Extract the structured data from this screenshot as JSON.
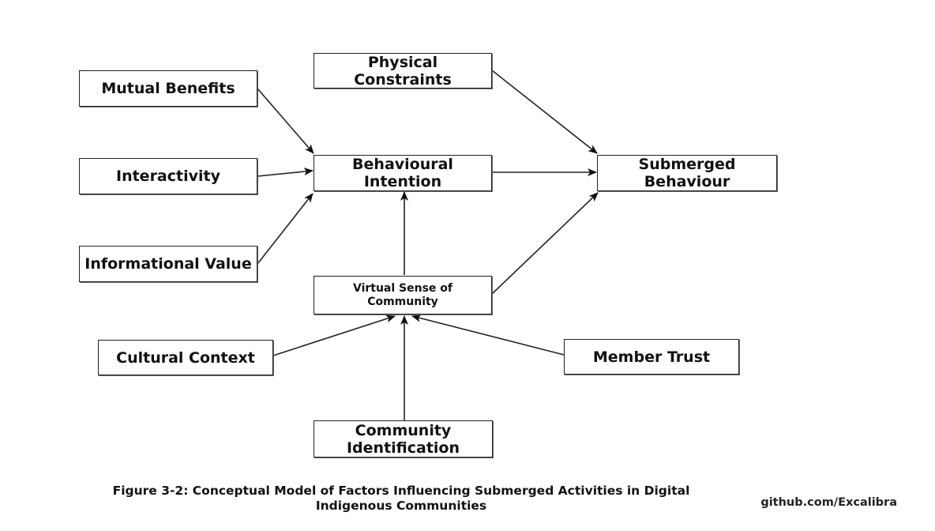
{
  "diagram": {
    "nodes": {
      "mutual_benefits": "Mutual Benefits",
      "interactivity": "Interactivity",
      "informational_value": "Informational Value",
      "physical_constraints": "Physical Constraints",
      "behavioural_intention": "Behavioural Intention",
      "submerged_behaviour": "Submerged Behaviour",
      "virtual_sense_of_community": "Virtual Sense of Community",
      "cultural_context": "Cultural Context",
      "member_trust": "Member Trust",
      "community_identification": "Community Identification"
    },
    "edges": [
      {
        "from": "mutual_benefits",
        "to": "behavioural_intention"
      },
      {
        "from": "interactivity",
        "to": "behavioural_intention"
      },
      {
        "from": "informational_value",
        "to": "behavioural_intention"
      },
      {
        "from": "physical_constraints",
        "to": "submerged_behaviour"
      },
      {
        "from": "behavioural_intention",
        "to": "submerged_behaviour"
      },
      {
        "from": "virtual_sense_of_community",
        "to": "behavioural_intention"
      },
      {
        "from": "virtual_sense_of_community",
        "to": "submerged_behaviour"
      },
      {
        "from": "cultural_context",
        "to": "virtual_sense_of_community"
      },
      {
        "from": "community_identification",
        "to": "virtual_sense_of_community"
      },
      {
        "from": "member_trust",
        "to": "virtual_sense_of_community"
      }
    ],
    "line_color": "#222222"
  },
  "caption": "Figure 3-2: Conceptual Model of Factors Influencing Submerged Activities in Digital Indigenous Communities",
  "watermark": "github.com/Excalibra"
}
